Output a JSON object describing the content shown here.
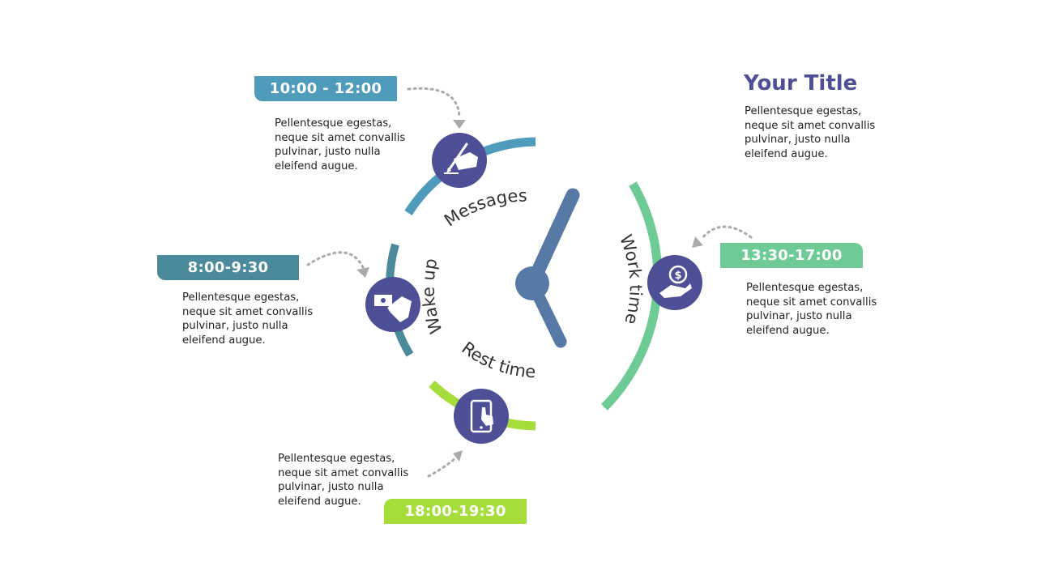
{
  "title": "Your Title",
  "title_description": "Pellentesque egestas,\nneque sit amet convallis\npulvinar, justo nulla\neleifend augue.",
  "colors": {
    "title": "#4d4f97",
    "circle": "#4d4f97",
    "hand": "#5779a6",
    "messages": "#4f9bbb",
    "wake_up": "#4a8a9a",
    "rest_time": "#a5de3b",
    "work_time": "#6fcb95",
    "arrow": "#aaaaaa"
  },
  "segments": {
    "messages": {
      "time": "10:00 - 12:00",
      "label": "Messages",
      "description": "Pellentesque egestas,\nneque sit amet convallis\npulvinar, justo nulla\neleifend augue.",
      "icon": "hand-writing-pen-icon"
    },
    "wake_up": {
      "time": "8:00-9:30",
      "label": "Wake up",
      "description": "Pellentesque egestas,\nneque sit amet convallis\npulvinar, justo nulla\neleifend augue.",
      "icon": "hand-giving-money-icon"
    },
    "rest_time": {
      "time": "18:00-19:30",
      "label": "Rest time",
      "description": "Pellentesque egestas,\nneque sit amet convallis\npulvinar, justo nulla\neleifend augue.",
      "icon": "smartphone-touch-icon"
    },
    "work_time": {
      "time": "13:30-17:00",
      "label": "Work time",
      "description": "Pellentesque egestas,\nneque sit amet convallis\npulvinar, justo nulla\neleifend augue.",
      "icon": "hand-coin-icon"
    }
  }
}
